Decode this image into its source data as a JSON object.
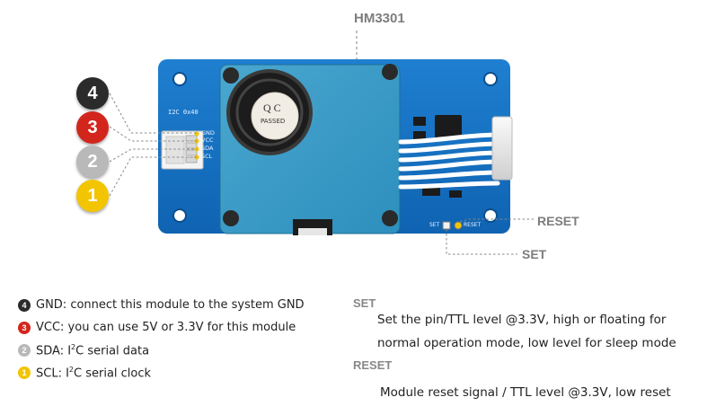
{
  "title": "HM3301",
  "board": {
    "connector_label": "I2C 0x40",
    "pins": [
      "GND",
      "VCC",
      "SDA",
      "SCL"
    ],
    "qc_label": "Q C",
    "qc_status": "PASSED",
    "set_pad_label": "SET",
    "reset_pad_label": "RESET"
  },
  "callouts": {
    "reset": "RESET",
    "set": "SET"
  },
  "pin_badges": [
    {
      "num": "4",
      "color": "#2b2b2b"
    },
    {
      "num": "3",
      "color": "#d2261c"
    },
    {
      "num": "2",
      "color": "#b9b9b9"
    },
    {
      "num": "1",
      "color": "#f2c500"
    }
  ],
  "legend": [
    {
      "num": "4",
      "color": "#2b2b2b",
      "text": "GND: connect this module to the system GND"
    },
    {
      "num": "3",
      "color": "#d2261c",
      "text": "VCC: you can use 5V or 3.3V for this module"
    },
    {
      "num": "2",
      "color": "#b9b9b9",
      "prefix": "SDA: I",
      "sup": "2",
      "suffix": "C serial data"
    },
    {
      "num": "1",
      "color": "#f2c500",
      "prefix": "SCL: I",
      "sup": "2",
      "suffix": "C serial clock"
    }
  ],
  "set_section": {
    "title": "SET",
    "line1": "Set the pin/TTL level @3.3V, high or floating for",
    "line2": "normal operation mode, low level for sleep mode"
  },
  "reset_section": {
    "title": "RESET",
    "line1": "Module reset signal / TTL level @3.3V, low reset"
  }
}
